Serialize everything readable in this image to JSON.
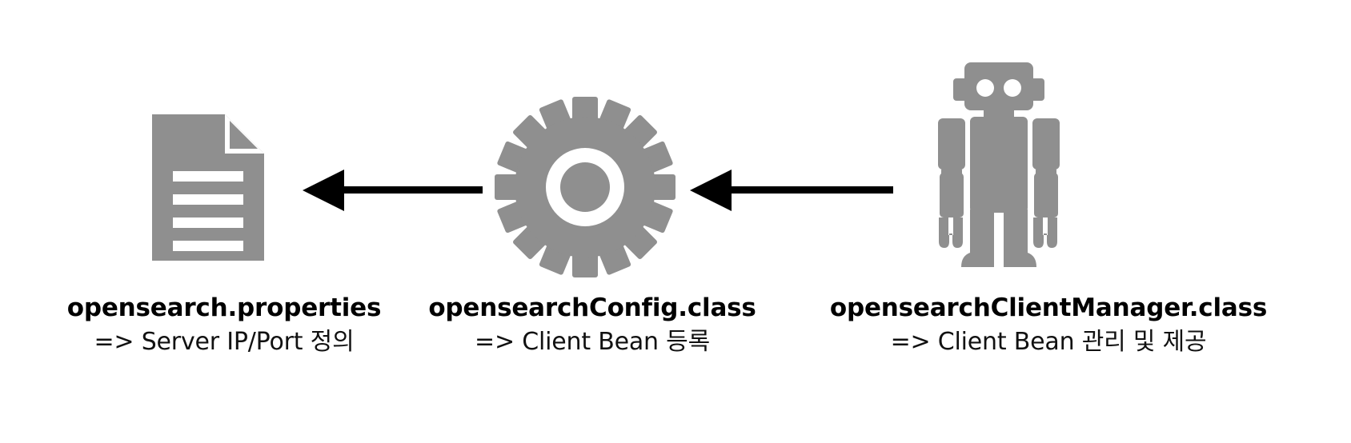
{
  "diagram": {
    "title": "opensearch client architecture flow",
    "background_color": "#ffffff",
    "icon_color": "#8f8f8f",
    "arrow_color": "#000000",
    "text_color": "#000000",
    "nodes": [
      {
        "id": "properties",
        "icon": "document-icon",
        "title": "opensearch.properties",
        "subtitle": "=> Server IP/Port 정의"
      },
      {
        "id": "config",
        "icon": "gear-icon",
        "title": "opensearchConfig.class",
        "subtitle": "=> Client Bean 등록"
      },
      {
        "id": "manager",
        "icon": "robot-icon",
        "title": "opensearchClientManager.class",
        "subtitle": "=> Client Bean 관리 및 제공"
      }
    ],
    "arrows": [
      {
        "id": "config-to-properties",
        "from": "config",
        "to": "properties",
        "direction": "left"
      },
      {
        "id": "manager-to-config",
        "from": "manager",
        "to": "config",
        "direction": "left"
      }
    ]
  }
}
